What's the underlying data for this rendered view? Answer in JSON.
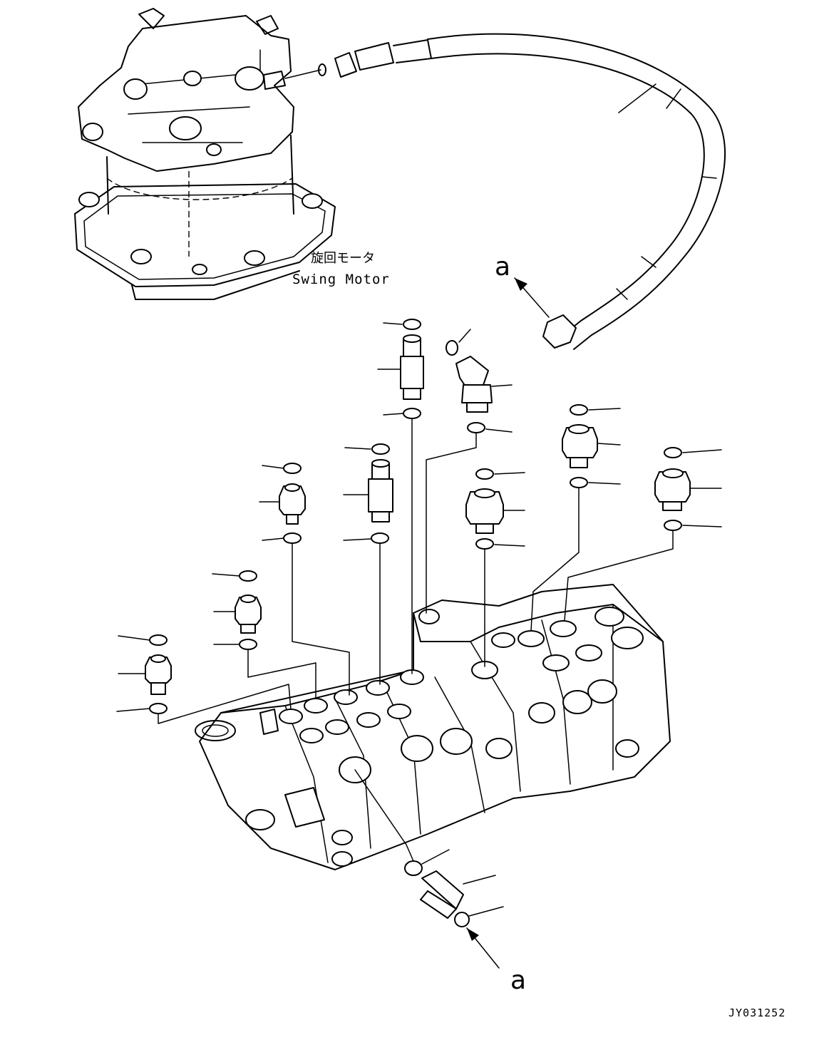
{
  "labels": {
    "swing_motor_jp": "旋回モータ",
    "swing_motor_en": "Swing Motor",
    "ref_top": "a",
    "ref_bottom": "a",
    "drawing_code": "JY031252"
  }
}
